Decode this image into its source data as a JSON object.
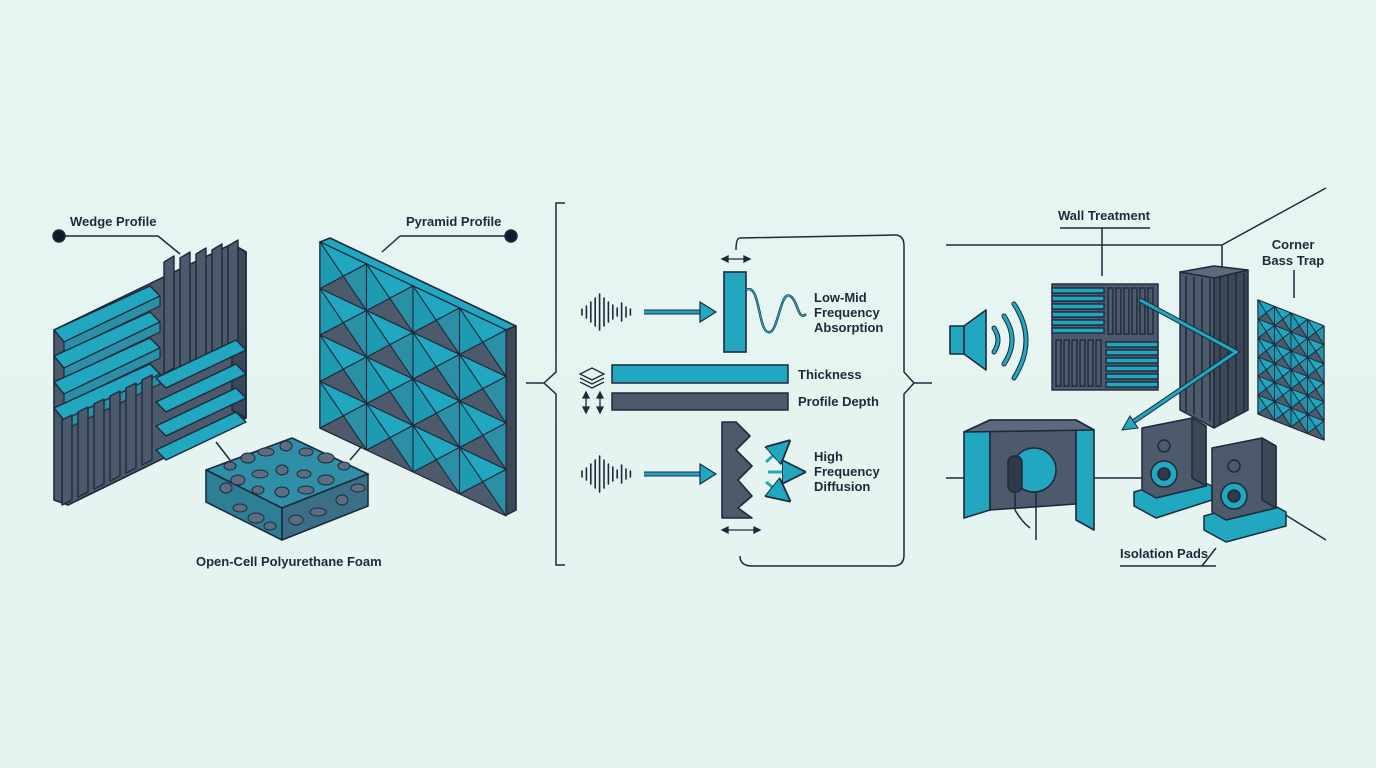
{
  "labels": {
    "wedge_profile": "Wedge Profile",
    "pyramid_profile": "Pyramid Profile",
    "open_cell_foam": "Open-Cell Polyurethane Foam",
    "low_mid_absorption": "Low-Mid\nFrequency\nAbsorption",
    "thickness": "Thickness",
    "profile_depth": "Profile Depth",
    "high_freq_diffusion": "High\nFrequency\nDiffusion",
    "wall_treatment": "Wall Treatment",
    "corner_bass_trap": "Corner\nBass Trap",
    "isolation_pads": "Isolation Pads"
  },
  "colors": {
    "accent": "#22a7c0",
    "slate": "#4d5a6b",
    "outline": "#1d2a3c",
    "background": "#e6f5f1"
  },
  "icons": [
    "layers-icon",
    "vertical-arrows-icon",
    "horizontal-arrows-icon",
    "speaker-icon",
    "sound-wave-icon",
    "microphone-icon"
  ]
}
